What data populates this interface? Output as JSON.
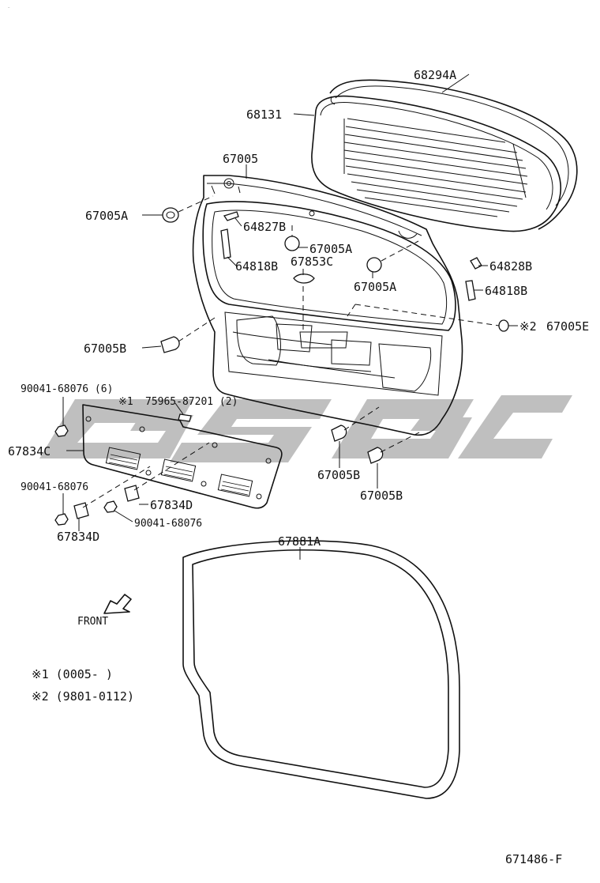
{
  "watermark": {
    "text": "GSGC",
    "color": "#b4b4b4"
  },
  "labels": {
    "glass_seal": "68294A",
    "back_window": "68131",
    "door_panel": "67005",
    "cushion_left_top": "67005A",
    "clip_upper": "64827B",
    "cushion_center": "67005A",
    "protector_left": "64818B",
    "ornament": "67853C",
    "clip_right": "64828B",
    "cushion_right": "67005A",
    "protector_right": "64818B",
    "cushion_e_mark": "※2",
    "cushion_e": "67005E",
    "cushion_left_mid": "67005B",
    "nut_top": "90041-68076 (6)",
    "note1_mark": "※1",
    "clip_cover": "75965-87201 (2)",
    "trim_cover": "67834C",
    "nut_left": "90041-68076",
    "clip_d_center": "67834D",
    "nut_bottom": "90041-68076",
    "clip_d_left": "67834D",
    "cushion_bottom_1": "67005B",
    "cushion_bottom_2": "67005B",
    "weatherstrip": "67881A",
    "front_arrow": "FRONT",
    "note1": "※1 (0005-      )",
    "note2": "※2 (9801-0112)",
    "figure_code": "671486-F"
  }
}
